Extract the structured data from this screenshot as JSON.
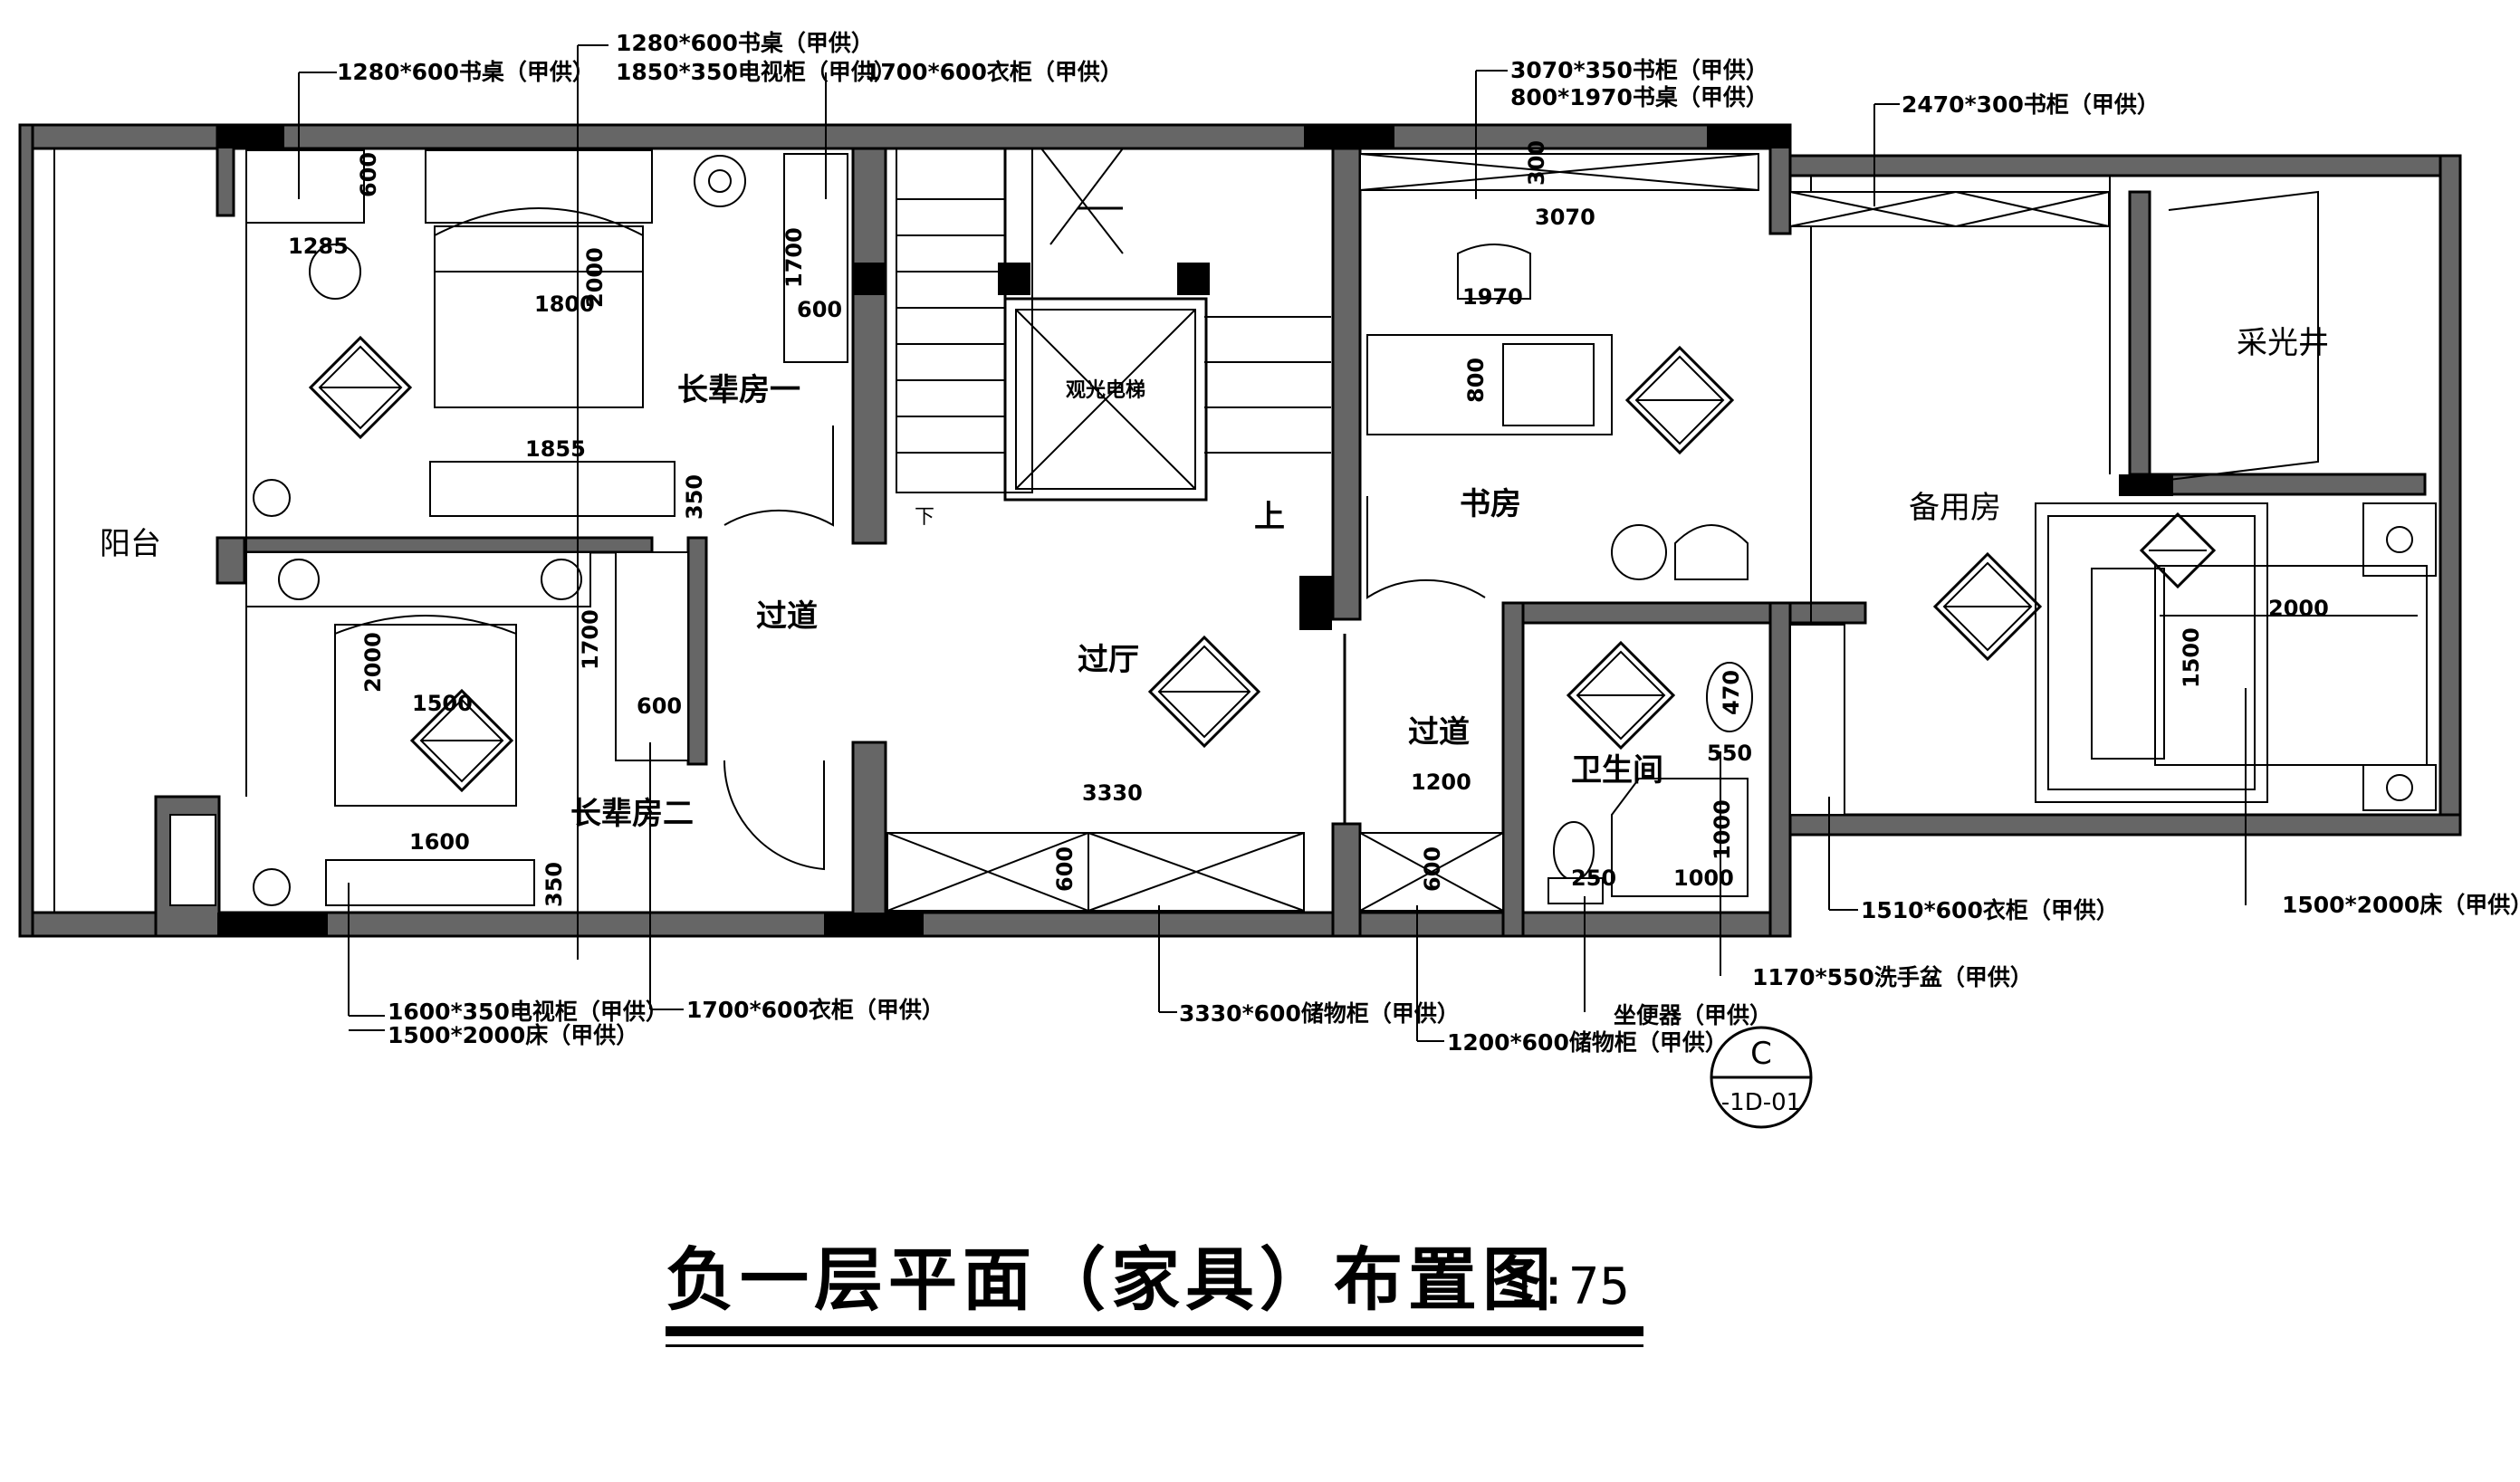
{
  "title": "负一层平面（家具）布置图",
  "scale": "1:75",
  "rooms": {
    "balcony": "阳台",
    "elder_room_1": "长辈房一",
    "elder_room_2": "长辈房二",
    "corridor_left": "过道",
    "hall": "过厅",
    "up_arrow": "上",
    "down_arrow": "下",
    "elevator": "观光电梯",
    "study": "书房",
    "corridor_right": "过道",
    "bathroom": "卫生间",
    "spare_room": "备用房",
    "light_well": "采光井"
  },
  "notes": {
    "desk_1280_a": "1280*600书桌（甲供）",
    "desk_1280_b": "1280*600书桌（甲供）",
    "tv_1850": "1850*350电视柜（甲供）",
    "wardrobe_1700_top": "1700*600衣柜（甲供）",
    "bookcase_3070": "3070*350书柜（甲供）",
    "desk_800": "800*1970书桌（甲供）",
    "bookcase_2470": "2470*300书柜（甲供）",
    "tv_1600": "1600*350电视柜（甲供）",
    "bed_1500_left": "1500*2000床（甲供）",
    "wardrobe_1700_bottom": "1700*600衣柜（甲供）",
    "storage_3330": "3330*600储物柜（甲供）",
    "storage_1200": "1200*600储物柜（甲供）",
    "toilet": "坐便器（甲供）",
    "basin_1170": "1170*550洗手盆（甲供）",
    "wardrobe_1510": "1510*600衣柜（甲供）",
    "bed_1500_right": "1500*2000床（甲供）"
  },
  "dimensions": {
    "d600_desk": "600",
    "d1285": "1285",
    "d1800": "1800",
    "d2000_bed1": "2000",
    "d1700_wardrobe1": "1700",
    "d600_wardrobe1": "600",
    "d1855": "1855",
    "d350_tv1": "350",
    "d2000_bed2": "2000",
    "d1500_bed2": "1500",
    "d1700_wardrobe2": "1700",
    "d600_wardrobe2": "600",
    "d1600": "1600",
    "d350_tv2": "350",
    "d3330": "3330",
    "d600_storage": "600",
    "d1200": "1200",
    "d600_storage2": "600",
    "d300_bookcase": "300",
    "d3070": "3070",
    "d1970": "1970",
    "d800": "800",
    "d2000_bed3": "2000",
    "d1500_bed3": "1500",
    "d470": "470",
    "d550": "550",
    "d1000_a": "1000",
    "d1000_b": "1000",
    "d250": "250"
  },
  "section_mark": {
    "letter": "C",
    "sheet": "-1D-01"
  }
}
